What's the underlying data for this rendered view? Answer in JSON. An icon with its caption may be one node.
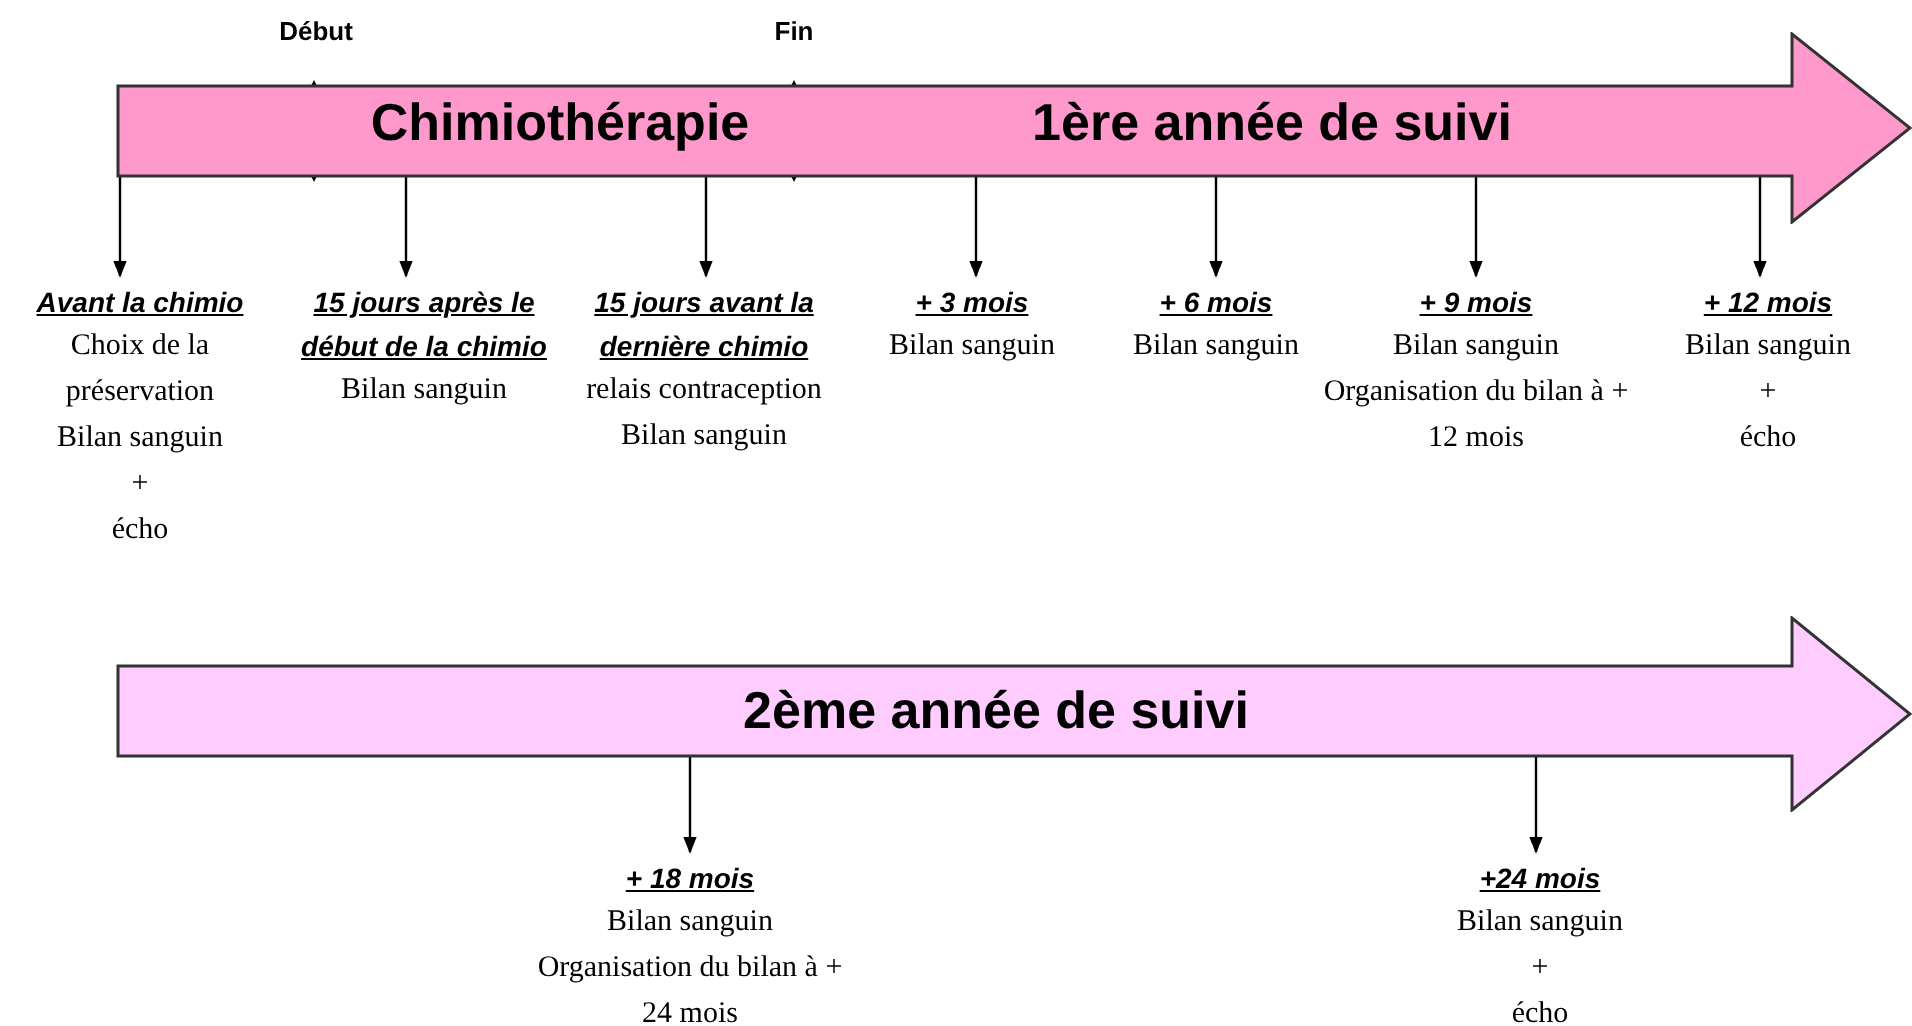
{
  "diagram": {
    "nodes": [
      {
        "text": [
          "Chimiothérapie",
          "1ère année de suivi"
        ]
      },
      {
        "text": [
          "Avant la chimio",
          "Choix de la préservation",
          "Bilan sanguin",
          "+",
          "écho"
        ]
      },
      {
        "text": [
          "15 jours après le début de la chimio",
          "Bilan sanguin"
        ]
      },
      {
        "text": [
          "15 jours avant la dernière chimio",
          "relais contraception",
          "Bilan sanguin"
        ]
      },
      {
        "text": [
          "+ 3 mois",
          "Bilan sanguin"
        ]
      },
      {
        "text": [
          "+ 6 mois",
          "Bilan sanguin"
        ]
      },
      {
        "text": [
          "+ 9 mois",
          "Bilan sanguin",
          "Organisation du bilan à + 12 mois"
        ]
      },
      {
        "text": [
          "+ 12 mois",
          "Bilan sanguin",
          "+",
          "écho"
        ]
      },
      {
        "text": [
          "2ème année de suivi"
        ]
      },
      {
        "text": [
          "+ 18 mois",
          "Bilan sanguin",
          "Organisation du bilan à + 24 mois"
        ]
      },
      {
        "text": [
          "+24 mois",
          "Bilan sanguin",
          "+",
          "écho"
        ]
      }
    ],
    "edges": [
      {
        "from": 0,
        "to": 1,
        "arrow": "to"
      },
      {
        "from": 0,
        "to": 2,
        "arrow": "to"
      },
      {
        "from": 0,
        "to": 3,
        "arrow": "to"
      },
      {
        "from": 0,
        "to": 4,
        "arrow": "to"
      },
      {
        "from": 0,
        "to": 5,
        "arrow": "to"
      },
      {
        "from": 0,
        "to": 6,
        "arrow": "to"
      },
      {
        "from": 0,
        "to": 7,
        "arrow": "to"
      },
      {
        "from": 8,
        "to": 9,
        "arrow": "to"
      },
      {
        "from": 8,
        "to": 10,
        "arrow": "to"
      }
    ],
    "labels": [
      "Début",
      "Fin"
    ]
  }
}
